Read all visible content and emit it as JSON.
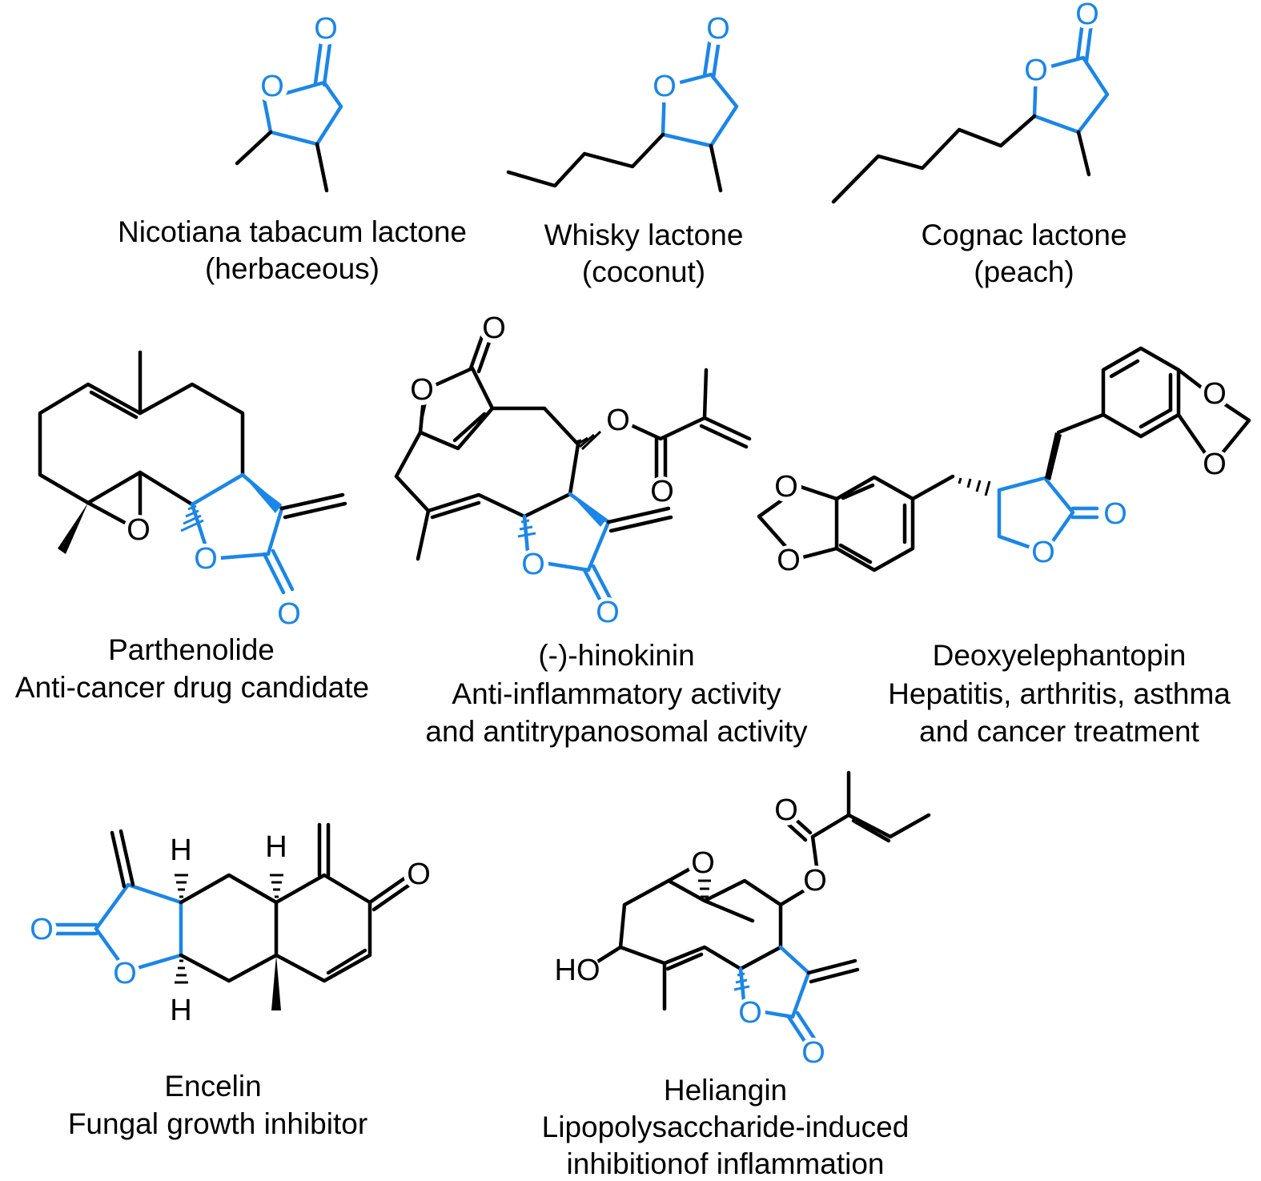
{
  "colors": {
    "highlight": "#1a86e8",
    "bond": "#000000",
    "background": "#ffffff"
  },
  "compounds": [
    {
      "name": "Nicotiana tabacum lactone",
      "lines": [
        "(herbaceous)"
      ]
    },
    {
      "name": "Whisky lactone",
      "lines": [
        "(coconut)"
      ]
    },
    {
      "name": "Cognac lactone",
      "lines": [
        "(peach)"
      ]
    },
    {
      "name": "Parthenolide",
      "lines": [
        "Anti-cancer drug candidate"
      ]
    },
    {
      "name": "(-)-hinokinin",
      "lines": [
        "Anti-inflammatory activity",
        "and antitrypanosomal activity"
      ]
    },
    {
      "name": "Deoxyelephantopin",
      "lines": [
        "Hepatitis, arthritis, asthma",
        "and cancer treatment"
      ]
    },
    {
      "name": "Encelin",
      "lines": [
        "Fungal growth inhibitor"
      ]
    },
    {
      "name": "Heliangin",
      "lines": [
        "Lipopolysaccharide-induced",
        "inhibitionof inflammation"
      ]
    }
  ],
  "atom_labels": {
    "oxygen": "O",
    "hydrogen": "H",
    "hydroxyl": "HO"
  }
}
